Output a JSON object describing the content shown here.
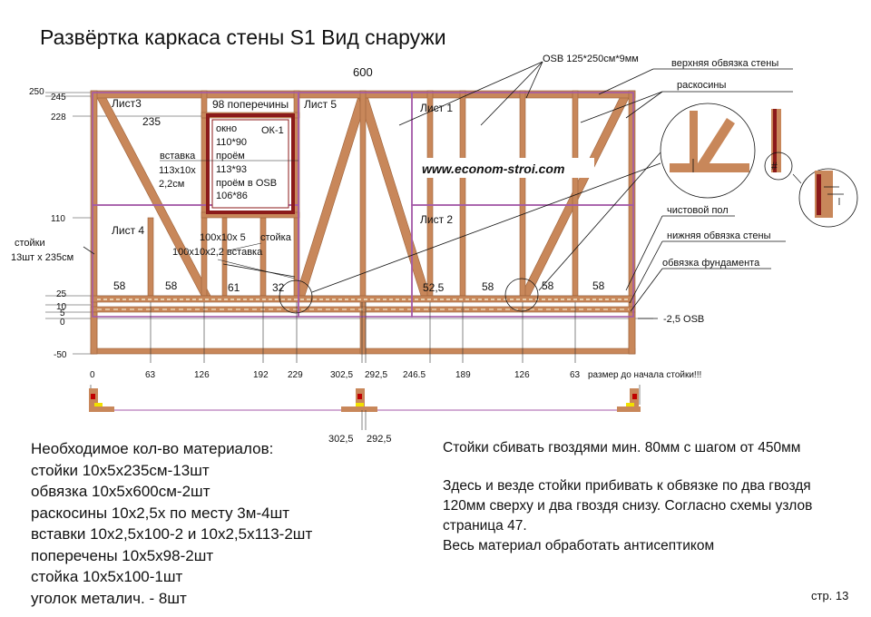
{
  "title": "Развёртка каркаса стены S1   Вид снаружи",
  "width_label": "600",
  "y_ticks": [
    "250",
    "245",
    "228",
    "110",
    "25",
    "10",
    "5",
    "0",
    "-50"
  ],
  "sheets": {
    "sheet1": "Лист 1",
    "sheet2": "Лист 2",
    "sheet3": "Лист3",
    "sheet4": "Лист 4",
    "sheet5": "Лист 5"
  },
  "crossbars_label": "98 поперечины",
  "dim_235": "235",
  "window": {
    "id": "ОК-1",
    "lines": [
      "окно",
      "110*90",
      "проём",
      "113*93",
      "проём в OSB",
      "106*86"
    ]
  },
  "insert_label": [
    "вставка",
    "113x10x",
    "2,2см"
  ],
  "studs_label": [
    "стойки",
    "13шт x 235см"
  ],
  "stud_100_label": [
    "100x10x 5",
    "100x10x2,2 вставка"
  ],
  "stud_word": "стойка",
  "spacings": [
    "58",
    "58",
    "61",
    "32",
    "52,5",
    "58",
    "58",
    "58"
  ],
  "x_ticks": [
    "0",
    "63",
    "126",
    "192",
    "229",
    "302,5",
    "292,5",
    "246.5",
    "189",
    "126",
    "63"
  ],
  "x_ticks_note": "размер до начала стойки!!!",
  "bottom_dims": [
    "302,5",
    "292,5"
  ],
  "callouts": {
    "osb": "OSB 125*250см*9мм",
    "top_plate": "верхняя обвязка стены",
    "braces": "раскосины",
    "finish_floor": "чистовой пол",
    "bottom_plate": "нижняя обвязка стены",
    "foundation": "обвязка фундамента",
    "osb_level": "-2,5 OSB"
  },
  "website": "www.econom-stroi.com",
  "materials": [
    "Необходимое кол-во материалов:",
    "стойки 10x5x235см-13шт",
    "обвязка 10x5x600см-2шт",
    "раскосины 10x2,5х по месту 3м-4шт",
    "вставки 10x2,5x100-2 и 10x2,5x113-2шт",
    "поперечены 10x5x98-2шт",
    "стойка 10x5x100-1шт",
    "уголок металич. - 8шт"
  ],
  "notes": [
    "Стойки сбивать гвоздями мин. 80мм с шагом от 450мм",
    "Здесь и везде стойки прибивать к обвязке по два гвоздя",
    "120мм сверху и два гвоздя снизу. Согласно схемы узлов",
    "страница 47.",
    "Весь материал обработать антисептиком"
  ],
  "page": "стр. 13",
  "colors": {
    "wood": "#c8875a",
    "sheet_edge": "#a45aa8",
    "window_frame": "#8b1a1a",
    "stroke": "#222222",
    "red": "#c00000",
    "yellow": "#f2e000"
  }
}
